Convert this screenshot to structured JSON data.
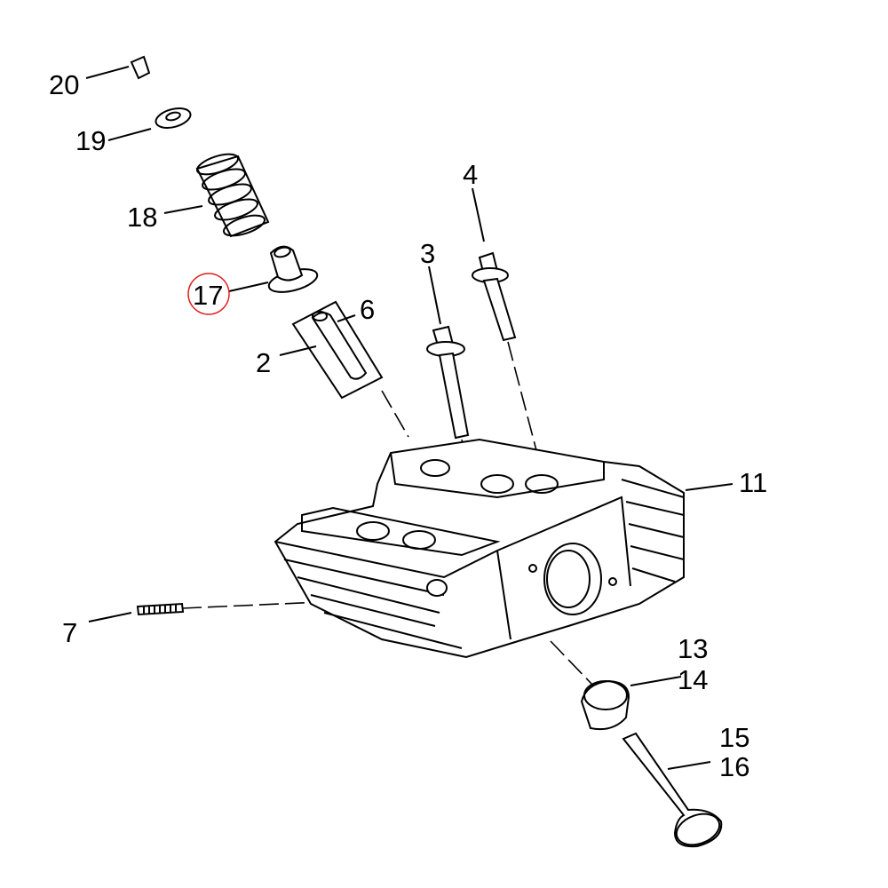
{
  "diagram": {
    "callouts": [
      {
        "id": "20",
        "label": "20"
      },
      {
        "id": "19",
        "label": "19"
      },
      {
        "id": "18",
        "label": "18"
      },
      {
        "id": "17",
        "label": "17",
        "highlighted": true
      },
      {
        "id": "6",
        "label": "6"
      },
      {
        "id": "2",
        "label": "2"
      },
      {
        "id": "4",
        "label": "4"
      },
      {
        "id": "3",
        "label": "3"
      },
      {
        "id": "11",
        "label": "11"
      },
      {
        "id": "7",
        "label": "7"
      },
      {
        "id": "13",
        "label": "13"
      },
      {
        "id": "14",
        "label": "14"
      },
      {
        "id": "15",
        "label": "15"
      },
      {
        "id": "16",
        "label": "16"
      }
    ],
    "highlight_color": "#e02020"
  }
}
